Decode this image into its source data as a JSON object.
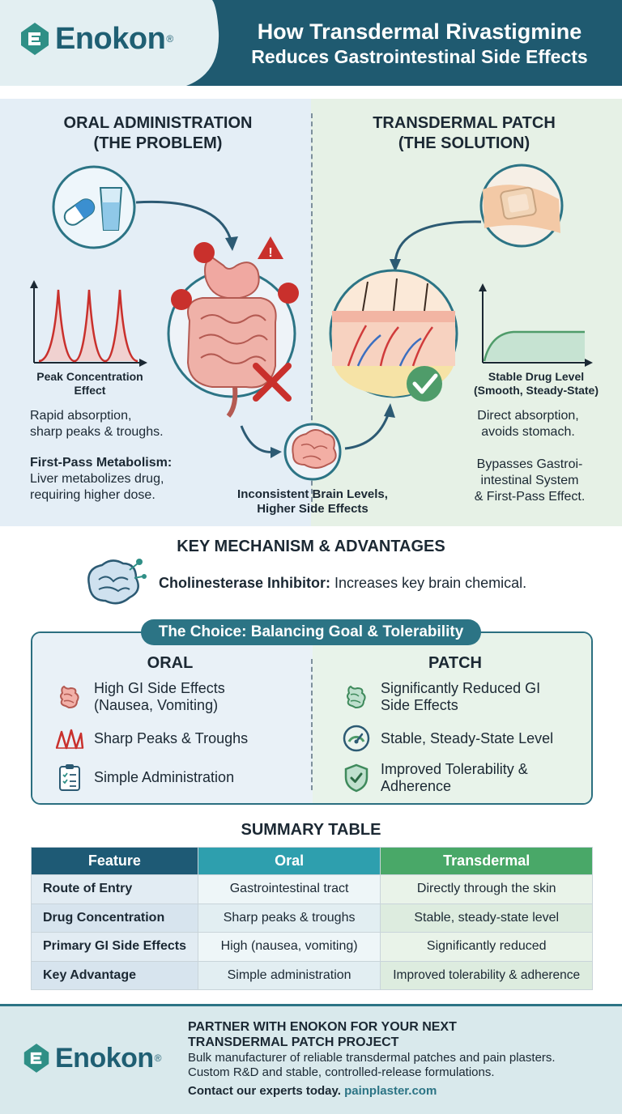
{
  "brand": {
    "name": "Enokon",
    "registered": "®"
  },
  "header": {
    "title_line1": "How Transdermal Rivastigmine",
    "title_line2": "Reduces Gastrointestinal Side Effects"
  },
  "oral": {
    "title_line1": "ORAL ADMINISTRATION",
    "title_line2": "(THE PROBLEM)",
    "chart_caption_line1": "Peak Concentration",
    "chart_caption_line2": "Effect",
    "text1_line1": "Rapid absorption,",
    "text1_line2": "sharp peaks & troughs.",
    "text2_bold": "First-Pass Metabolism:",
    "text2_line1": "Liver metabolizes drug,",
    "text2_line2": "requiring higher dose."
  },
  "brain_caption": {
    "line1": "Inconsistent Brain Levels,",
    "line2": "Higher Side Effects"
  },
  "patch": {
    "title_line1": "TRANSDERMAL PATCH",
    "title_line2": "(THE SOLUTION)",
    "chart_caption_line1": "Stable Drug Level",
    "chart_caption_line2": "(Smooth, Steady-State)",
    "text1_line1": "Direct absorption,",
    "text1_line2": "avoids stomach.",
    "text2_line1": "Bypasses Gastroi-",
    "text2_line2": "intestinal System",
    "text2_line3": "& First-Pass Effect."
  },
  "key": {
    "title": "KEY MECHANISM & ADVANTAGES",
    "bold": "Cholinesterase Inhibitor:",
    "text": " Increases key brain chemical."
  },
  "choice": {
    "pill": "The Choice: Balancing Goal & Tolerability",
    "oral_head": "ORAL",
    "patch_head": "PATCH",
    "oral_items": [
      {
        "line1": "High GI Side Effects",
        "line2": "(Nausea, Vomiting)",
        "icon": "stomach-icon"
      },
      {
        "line1": "Sharp Peaks & Troughs",
        "line2": "",
        "icon": "peaks-icon"
      },
      {
        "line1": "Simple Administration",
        "line2": "",
        "icon": "checklist-icon"
      }
    ],
    "patch_items": [
      {
        "line1": "Significantly Reduced GI",
        "line2": "Side Effects",
        "icon": "stomach-icon"
      },
      {
        "line1": "Stable, Steady-State Level",
        "line2": "",
        "icon": "gauge-icon"
      },
      {
        "line1": "Improved Tolerability &",
        "line2": "Adherence",
        "icon": "shield-check-icon"
      }
    ]
  },
  "summary": {
    "title": "SUMMARY TABLE",
    "headers": [
      "Feature",
      "Oral",
      "Transdermal"
    ],
    "rows": [
      [
        "Route of Entry",
        "Gastrointestinal tract",
        "Directly through the skin"
      ],
      [
        "Drug Concentration",
        "Sharp peaks & troughs",
        "Stable, steady-state level"
      ],
      [
        "Primary GI Side Effects",
        "High (nausea, vomiting)",
        "Significantly reduced"
      ],
      [
        "Key Advantage",
        "Simple administration",
        "Improved tolerability & adherence"
      ]
    ]
  },
  "footer": {
    "head_line1": "PARTNER WITH ENOKON FOR YOUR NEXT",
    "head_line2": "TRANSDERMAL PATCH PROJECT",
    "body_line1": "Bulk manufacturer of reliable transdermal patches and pain plasters.",
    "body_line2": "Custom R&D and stable, controlled-release formulations.",
    "contact": "Contact our experts today.",
    "link": "painplaster.com"
  },
  "colors": {
    "header_dark": "#1f5a70",
    "teal": "#2c7485",
    "table_feature": "#1e5a75",
    "table_oral": "#2e9fae",
    "table_trans": "#49a868",
    "peak_red": "#c9302c",
    "steady_green": "#4f9c6a"
  }
}
